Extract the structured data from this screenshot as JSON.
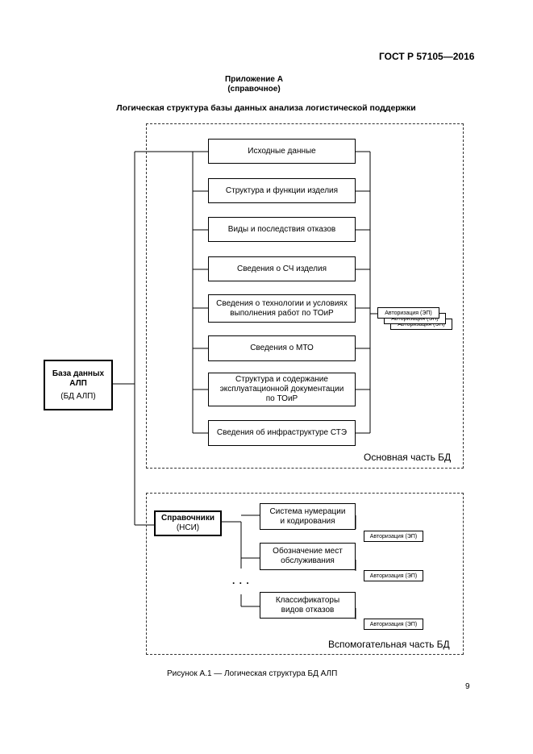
{
  "header": {
    "standard": "ГОСТ Р 57105—2016"
  },
  "appendix": {
    "title": "Приложение А",
    "subtitle": "(справочное)",
    "heading": "Логическая структура базы данных анализа логистической поддержки"
  },
  "root_box": {
    "line1": "База данных",
    "line2": "АЛП",
    "line3": "(БД АЛП)"
  },
  "main_section": {
    "label": "Основная часть БД",
    "items": [
      "Исходные данные",
      "Структура и функции изделия",
      "Виды и последствия отказов",
      "Сведения о СЧ изделия",
      "Сведения о технологии и условиях\nвыполнения работ по ТОиР",
      "Сведения о МТО",
      "Структура и содержание\nэксплуатационной документации\nпо ТОиР",
      "Сведения об инфраструктуре СТЭ"
    ],
    "auth_stack": [
      "Авторизация (ЭП)",
      "Авторизация (ЭП)",
      "Авторизация (ЭП)"
    ]
  },
  "aux_section": {
    "label": "Вспомогательная часть БД",
    "reference_box": {
      "line1": "Справочники",
      "line2": "(НСИ)"
    },
    "items": [
      {
        "text": "Система нумерации\nи кодирования",
        "auth": "Авторизация (ЭП)"
      },
      {
        "text": "Обозначение мест\nобслуживания",
        "auth": "Авторизация (ЭП)"
      },
      {
        "text": "Классификаторы\nвидов отказов",
        "auth": "Авторизация (ЭП)"
      }
    ],
    "ellipsis": ". . ."
  },
  "caption": "Рисунок А.1 — Логическая структура БД АЛП",
  "page_number": "9"
}
